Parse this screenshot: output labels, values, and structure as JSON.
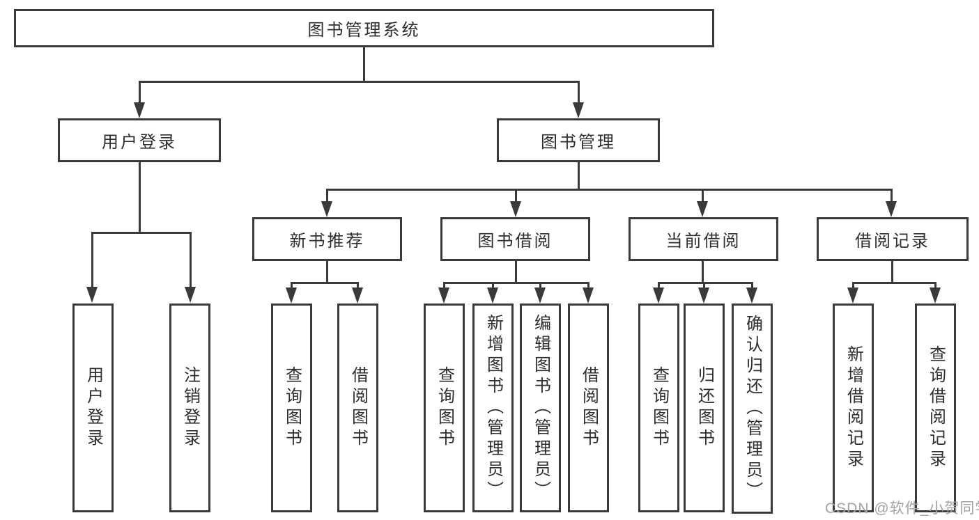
{
  "diagram": {
    "root": {
      "label": "图书管理系统"
    },
    "branches": [
      {
        "label": "用户登录",
        "children": [
          {
            "label": "用户登录"
          },
          {
            "label": "注销登录"
          }
        ]
      },
      {
        "label": "图书管理",
        "children": [
          {
            "label": "新书推荐",
            "children": [
              {
                "label": "查询图书"
              },
              {
                "label": "借阅图书"
              }
            ]
          },
          {
            "label": "图书借阅",
            "children": [
              {
                "label": "查询图书"
              },
              {
                "label": "新增图书（管理员）"
              },
              {
                "label": "编辑图书（管理员）"
              },
              {
                "label": "借阅图书"
              }
            ]
          },
          {
            "label": "当前借阅",
            "children": [
              {
                "label": "查询图书"
              },
              {
                "label": "归还图书"
              },
              {
                "label": "确认归还（管理员）"
              }
            ]
          },
          {
            "label": "借阅记录",
            "children": [
              {
                "label": "新增借阅记录"
              },
              {
                "label": "查询借阅记录"
              }
            ]
          }
        ]
      }
    ],
    "watermark": "CSDN @软件_小贺同学",
    "colors": {
      "line": "#3a3a3a",
      "text": "#2e2e2e",
      "background": "#ffffff",
      "watermark": "#a3a3a3"
    }
  }
}
